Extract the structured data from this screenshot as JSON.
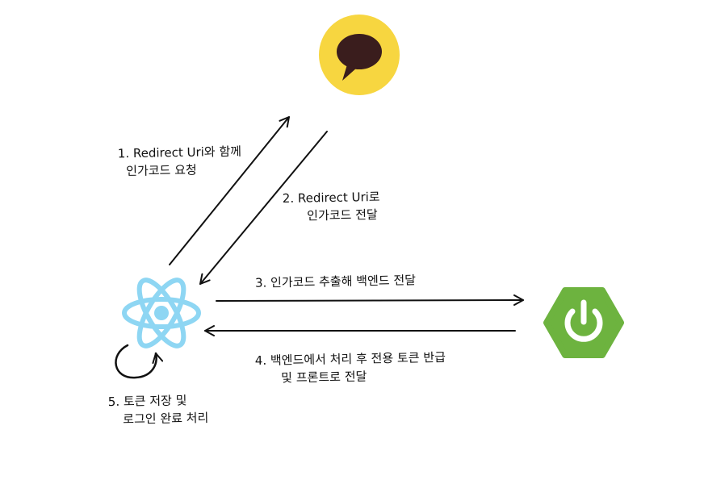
{
  "colors": {
    "kakao_yellow": "#F7D640",
    "kakao_bubble": "#3A1D1D",
    "react_blue": "#8ED6F3",
    "spring_green": "#6DB33F",
    "line": "#111111"
  },
  "icons": {
    "kakao": "kakao-talk-logo-icon",
    "react": "react-logo-icon",
    "spring": "spring-boot-power-logo-icon"
  },
  "steps": [
    {
      "line1": "1. Redirect Uri와 함께",
      "line2": "인가코드 요청"
    },
    {
      "line1": "2. Redirect Uri로",
      "line2": "인가코드 전달"
    },
    {
      "line1": "3. 인가코드 추출해 백엔드 전달",
      "line2": ""
    },
    {
      "line1": "4. 백엔드에서 처리 후 전용 토큰 반급",
      "line2": "및 프론트로 전달"
    },
    {
      "line1": "5. 토큰 저장 및",
      "line2": "로그인 완료 처리"
    }
  ]
}
